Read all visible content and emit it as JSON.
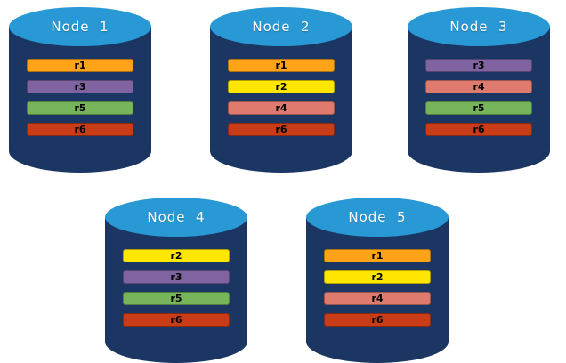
{
  "diagram": {
    "description": "Replica placement across five database nodes",
    "palette": {
      "cylinder_body": "#1B3663",
      "cylinder_top": "#2899D4",
      "r1": "#FFA318",
      "r2": "#FFE600",
      "r3": "#8064A2",
      "r4": "#DF7B6E",
      "r5": "#77B55A",
      "r6": "#C83C18"
    },
    "nodes": [
      {
        "name": "Node  1",
        "replicas": [
          {
            "label": "r1",
            "color": "#FFA318"
          },
          {
            "label": "r3",
            "color": "#8064A2"
          },
          {
            "label": "r5",
            "color": "#77B55A"
          },
          {
            "label": "r6",
            "color": "#C83C18"
          }
        ]
      },
      {
        "name": "Node  2",
        "replicas": [
          {
            "label": "r1",
            "color": "#FFA318"
          },
          {
            "label": "r2",
            "color": "#FFE600"
          },
          {
            "label": "r4",
            "color": "#DF7B6E"
          },
          {
            "label": "r6",
            "color": "#C83C18"
          }
        ]
      },
      {
        "name": "Node  3",
        "replicas": [
          {
            "label": "r3",
            "color": "#8064A2"
          },
          {
            "label": "r4",
            "color": "#DF7B6E"
          },
          {
            "label": "r5",
            "color": "#77B55A"
          },
          {
            "label": "r6",
            "color": "#C83C18"
          }
        ]
      },
      {
        "name": "Node  4",
        "replicas": [
          {
            "label": "r2",
            "color": "#FFE600"
          },
          {
            "label": "r3",
            "color": "#8064A2"
          },
          {
            "label": "r5",
            "color": "#77B55A"
          },
          {
            "label": "r6",
            "color": "#C83C18"
          }
        ]
      },
      {
        "name": "Node  5",
        "replicas": [
          {
            "label": "r1",
            "color": "#FFA318"
          },
          {
            "label": "r2",
            "color": "#FFE600"
          },
          {
            "label": "r4",
            "color": "#DF7B6E"
          },
          {
            "label": "r6",
            "color": "#C83C18"
          }
        ]
      }
    ]
  }
}
